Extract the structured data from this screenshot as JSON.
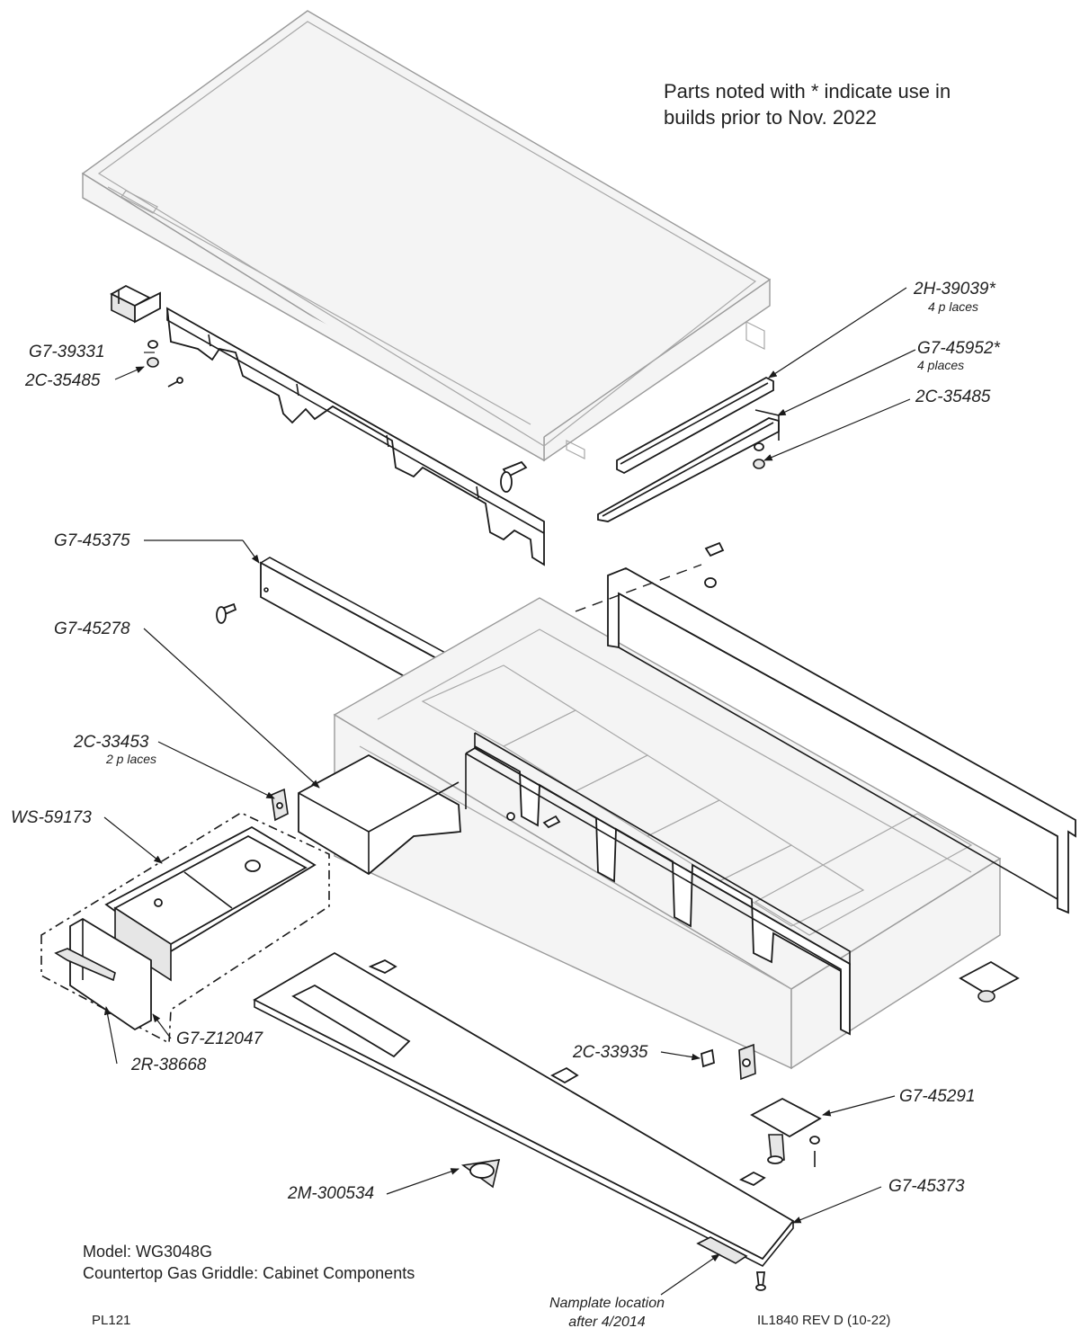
{
  "note": {
    "line1": "Parts noted with * indicate use in",
    "line2": "builds prior to Nov. 2022"
  },
  "callouts": {
    "g7_39331": "G7-39331",
    "c2_35485_left": "2C-35485",
    "h2_39039": "2H-39039*",
    "h2_39039_qty": "4 p laces",
    "g7_45952": "G7-45952*",
    "g7_45952_qty": "4 places",
    "c2_35485_right": "2C-35485",
    "g7_45375": "G7-45375",
    "g7_45278": "G7-45278",
    "c2_33453": "2C-33453",
    "c2_33453_qty": "2 p laces",
    "ws_59173": "WS-59173",
    "g7_z12047": "G7-Z12047",
    "r2_38668": "2R-38668",
    "c2_33935": "2C-33935",
    "g7_45291": "G7-45291",
    "m2_300534": "2M-300534",
    "g7_45373": "G7-45373"
  },
  "footer": {
    "model": "Model: WG3048G",
    "description": "Countertop Gas Griddle: Cabinet Components",
    "pl": "PL121",
    "nameplate_line1": "Namplate location",
    "nameplate_line2": "after 4/2014",
    "rev": "IL1840  REV D (10-22)"
  },
  "icons": {
    "leader_arrow": "arrowhead"
  }
}
